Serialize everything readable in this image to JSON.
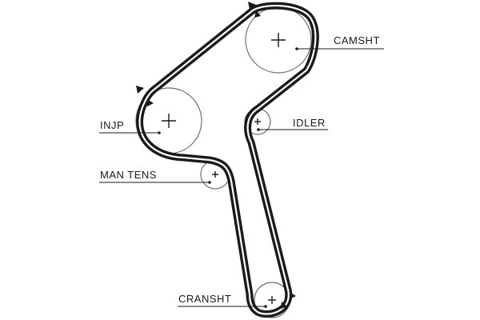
{
  "labels": {
    "camshaft": "CAMSHT",
    "injection_pump": "INJP",
    "idler": "IDLER",
    "manual_tensioner": "MAN TENS",
    "crankshaft": "CRANSHT"
  },
  "colors": {
    "belt": "#1a1a1a",
    "pulley_outline": "#6f6f6f",
    "background": "#ffffff"
  }
}
